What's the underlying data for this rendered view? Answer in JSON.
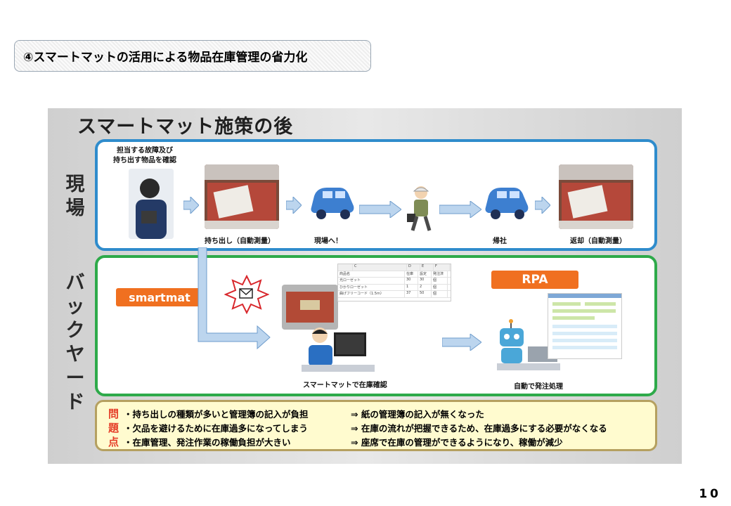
{
  "header": {
    "title": "④スマートマットの活用による物品在庫管理の省力化"
  },
  "slide": {
    "title": "スマートマット施策の後",
    "label_field": "現場",
    "label_back": "バックヤード",
    "field_panel": {
      "intro_caption": "担当する故障及び\n持ち出す物品を確認",
      "step1": "持ち出し（自動測量）",
      "step2": "現場へ！",
      "step3": "帰社",
      "step4": "返却（自動測量）"
    },
    "back_panel": {
      "smartmat_label": "smartmat",
      "rpa_label": "RPA",
      "inventory_caption": "スマートマットで在庫確認",
      "order_caption": "自動で発注処理",
      "sheet_headers": [
        "",
        "C",
        "D",
        "E",
        "F"
      ],
      "sheet_rows": [
        [
          "商品名",
          "在庫",
          "設定",
          "発注済"
        ],
        [
          "光ローゼット",
          "30",
          "30",
          "個"
        ],
        [
          "ひかりローゼット",
          "1",
          "2",
          "個"
        ],
        [
          "曲げフリーコード（1.5m）",
          "37",
          "50",
          "個"
        ]
      ]
    },
    "issues": {
      "marks": [
        "問",
        "題",
        "点"
      ],
      "rows": [
        {
          "problem": "・持ち出しの種類が多いと管理簿の記入が負担",
          "arrow": "⇒",
          "result": "紙の管理簿の記入が無くなった"
        },
        {
          "problem": "・欠品を避けるために在庫過多になってしまう",
          "arrow": "⇒",
          "result": "在庫の流れが把握できるため、在庫過多にする必要がなくなる"
        },
        {
          "problem": "・在庫管理、発注作業の稼働負担が大きい",
          "arrow": "⇒",
          "result": "座席で在庫の管理ができるようになり、稼働が減少"
        }
      ]
    }
  },
  "page_number": "10",
  "colors": {
    "field_border": "#2f8ccc",
    "back_border": "#2eaa4a",
    "accent_orange": "#f07020",
    "issue_mark": "#e5402a"
  }
}
